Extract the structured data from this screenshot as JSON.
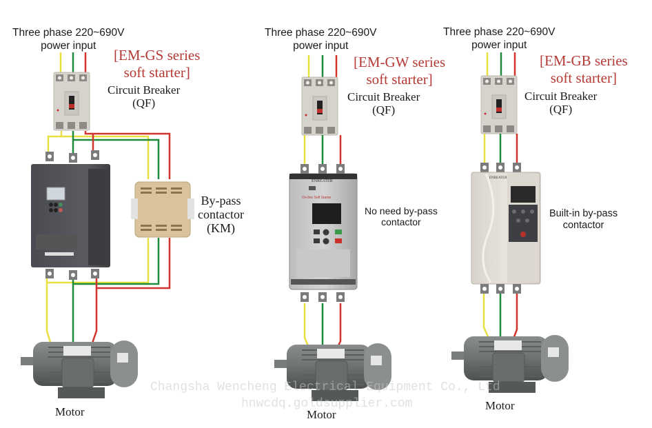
{
  "colors": {
    "wire_l1": "#e8e040",
    "wire_l2": "#1f8a3a",
    "wire_l3": "#d0342c",
    "title_red": "#b53a35"
  },
  "panels": [
    {
      "power_input": {
        "line1": "Three phase 220~690V",
        "line2": "power input"
      },
      "series_title": {
        "line1": "[EM-GS series",
        "line2": "soft starter]"
      },
      "breaker": {
        "line1": "Circuit Breaker",
        "line2": "(QF)"
      },
      "note": {
        "line1": "By-pass",
        "line2": "contactor",
        "line3": "(KM)"
      },
      "motor_label": "Motor"
    },
    {
      "power_input": {
        "line1": "Three phase 220~690V",
        "line2": "power input"
      },
      "series_title": {
        "line1": "[EM-GW series",
        "line2": "soft starter]"
      },
      "breaker": {
        "line1": "Circuit Breaker",
        "line2": "(QF)"
      },
      "note": {
        "line1": "No need by-pass",
        "line2": "contactor"
      },
      "device_brand": "ENREATER",
      "device_panel_title": "On-line Soft Starter",
      "motor_label": "Motor"
    },
    {
      "power_input": {
        "line1": "Three phase 220~690V",
        "line2": "power input"
      },
      "series_title": {
        "line1": "[EM-GB series",
        "line2": "soft starter]"
      },
      "breaker": {
        "line1": "Circuit Breaker",
        "line2": "(QF)"
      },
      "note": {
        "line1": "Built-in by-pass",
        "line2": "contactor"
      },
      "device_brand": "ENREATER",
      "motor_label": "Motor"
    }
  ],
  "watermark": {
    "company": "Changsha Wencheng Electrical Equipment Co., Ltd",
    "website": "hnwcdq.goldsupplier.com"
  }
}
